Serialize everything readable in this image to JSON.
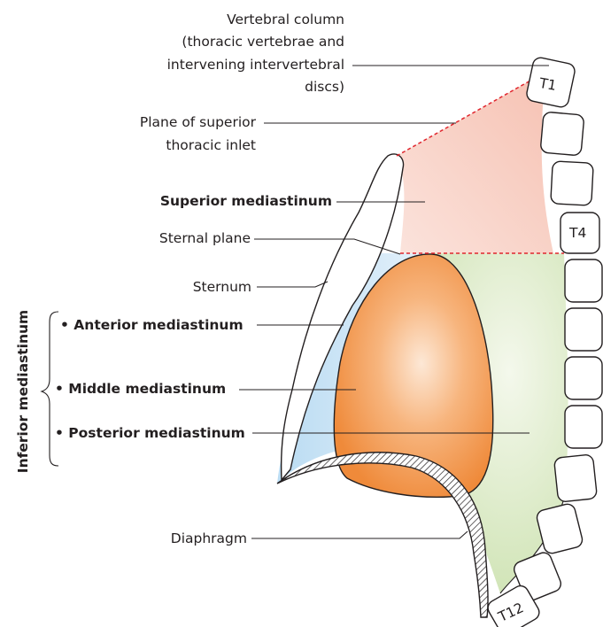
{
  "labels": {
    "vertebral_column": [
      "Vertebral column",
      "(thoracic vertebrae and",
      "intervening intervertebral",
      "discs)"
    ],
    "superior_plane": [
      "Plane of superior",
      "thoracic inlet"
    ],
    "superior_mediastinum": "Superior mediastinum",
    "sternal_plane": "Sternal plane",
    "sternum": "Sternum",
    "anterior_mediastinum": "• Anterior mediastinum",
    "middle_mediastinum": "• Middle mediastinum",
    "posterior_mediastinum": "• Posterior mediastinum",
    "diaphragm": "Diaphragm",
    "inferior_mediastinum": "Inferior mediastinum"
  },
  "vertebrae": {
    "t1": "T1",
    "t4": "T4",
    "t12": "T12"
  },
  "colors": {
    "superior_region": "#f9d3c8",
    "anterior_region": "#cfe6f6",
    "posterior_region": "#d9e9c4",
    "middle_region": "#f29a50",
    "plane_line": "#e0262e",
    "outline": "#231f20"
  }
}
